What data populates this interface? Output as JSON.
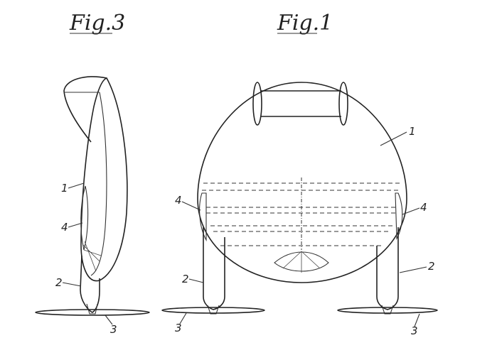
{
  "figures": {
    "fig3": {
      "title": "Fig.3",
      "labels": {
        "body": "1",
        "leg": "2",
        "ski": "3",
        "window": "4"
      }
    },
    "fig1": {
      "title": "Fig.1",
      "labels": {
        "body": "1",
        "leg_left": "2",
        "leg_right": "2",
        "ski_left": "3",
        "ski_right": "3",
        "window_left": "4",
        "window_right": "4"
      }
    }
  }
}
